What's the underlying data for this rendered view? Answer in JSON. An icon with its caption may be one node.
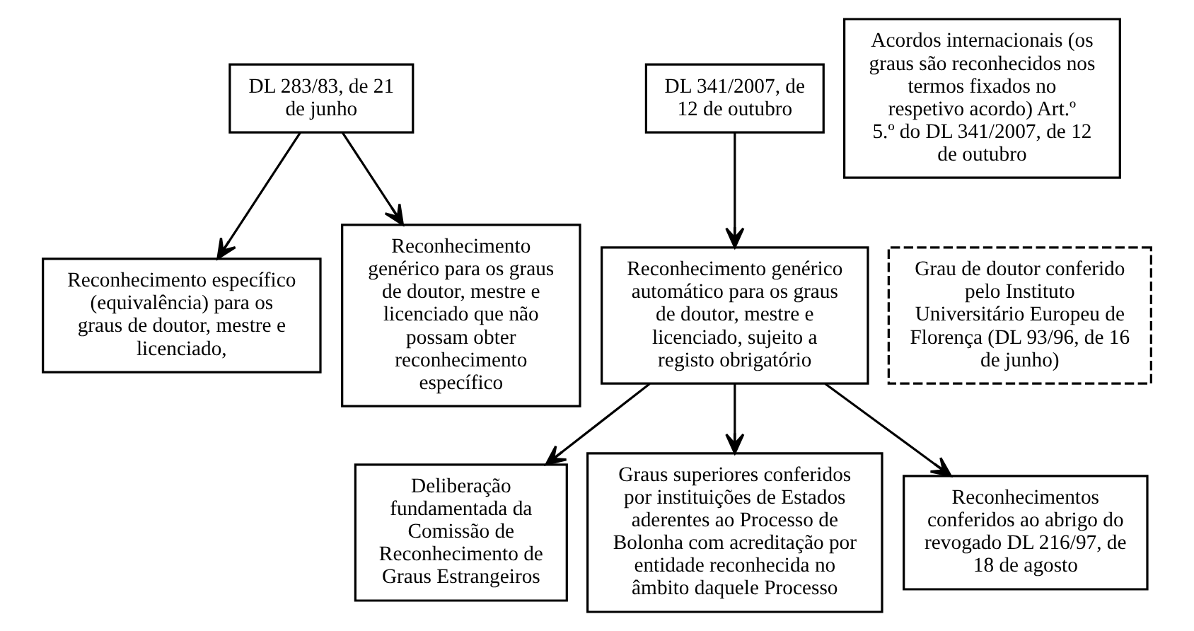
{
  "diagram": {
    "nodes": [
      {
        "text": [
          "DL 283/83, de 21 de junho"
        ]
      },
      {
        "text": [
          "DL 341/2007, de 12 de outubro"
        ]
      },
      {
        "text": [
          "Acordos internacionais (os graus são reconhecidos nos termos fixados no respetivo acordo) Art.º 5.º do DL 341/2007, de 12 de outubro"
        ]
      },
      {
        "text": [
          "Reconhecimento específico (equivalência) para os graus de doutor, mestre e licenciado,"
        ]
      },
      {
        "text": [
          "Reconhecimento genérico para os graus de doutor, mestre e licenciado que não possam obter reconhecimento específico"
        ]
      },
      {
        "text": [
          "Reconhecimento genérico automático para os graus de doutor, mestre e licenciado, sujeito a registo obrigatório"
        ]
      },
      {
        "text": [
          "Grau de doutor conferido pelo Instituto Universitário Europeu de Florença (DL 93/96, de 16 de junho)"
        ]
      },
      {
        "text": [
          "Deliberação fundamentada da Comissão de Reconhecimento de Graus Estrangeiros"
        ]
      },
      {
        "text": [
          "Graus superiores conferidos por instituições de Estados aderentes ao Processo de Bolonha com acreditação por entidade reconhecida no âmbito daquele Processo"
        ]
      },
      {
        "text": [
          "Reconhecimentos conferidos ao abrigo do revogado DL 216/97, de 18 de agosto"
        ]
      }
    ],
    "edges": [
      {
        "from": 0,
        "to": 3,
        "arrow": "to"
      },
      {
        "from": 0,
        "to": 4,
        "arrow": "to"
      },
      {
        "from": 1,
        "to": 5,
        "arrow": "to"
      },
      {
        "from": 5,
        "to": 7,
        "arrow": "to"
      },
      {
        "from": 5,
        "to": 8,
        "arrow": "to"
      },
      {
        "from": 5,
        "to": 9,
        "arrow": "to"
      }
    ]
  }
}
